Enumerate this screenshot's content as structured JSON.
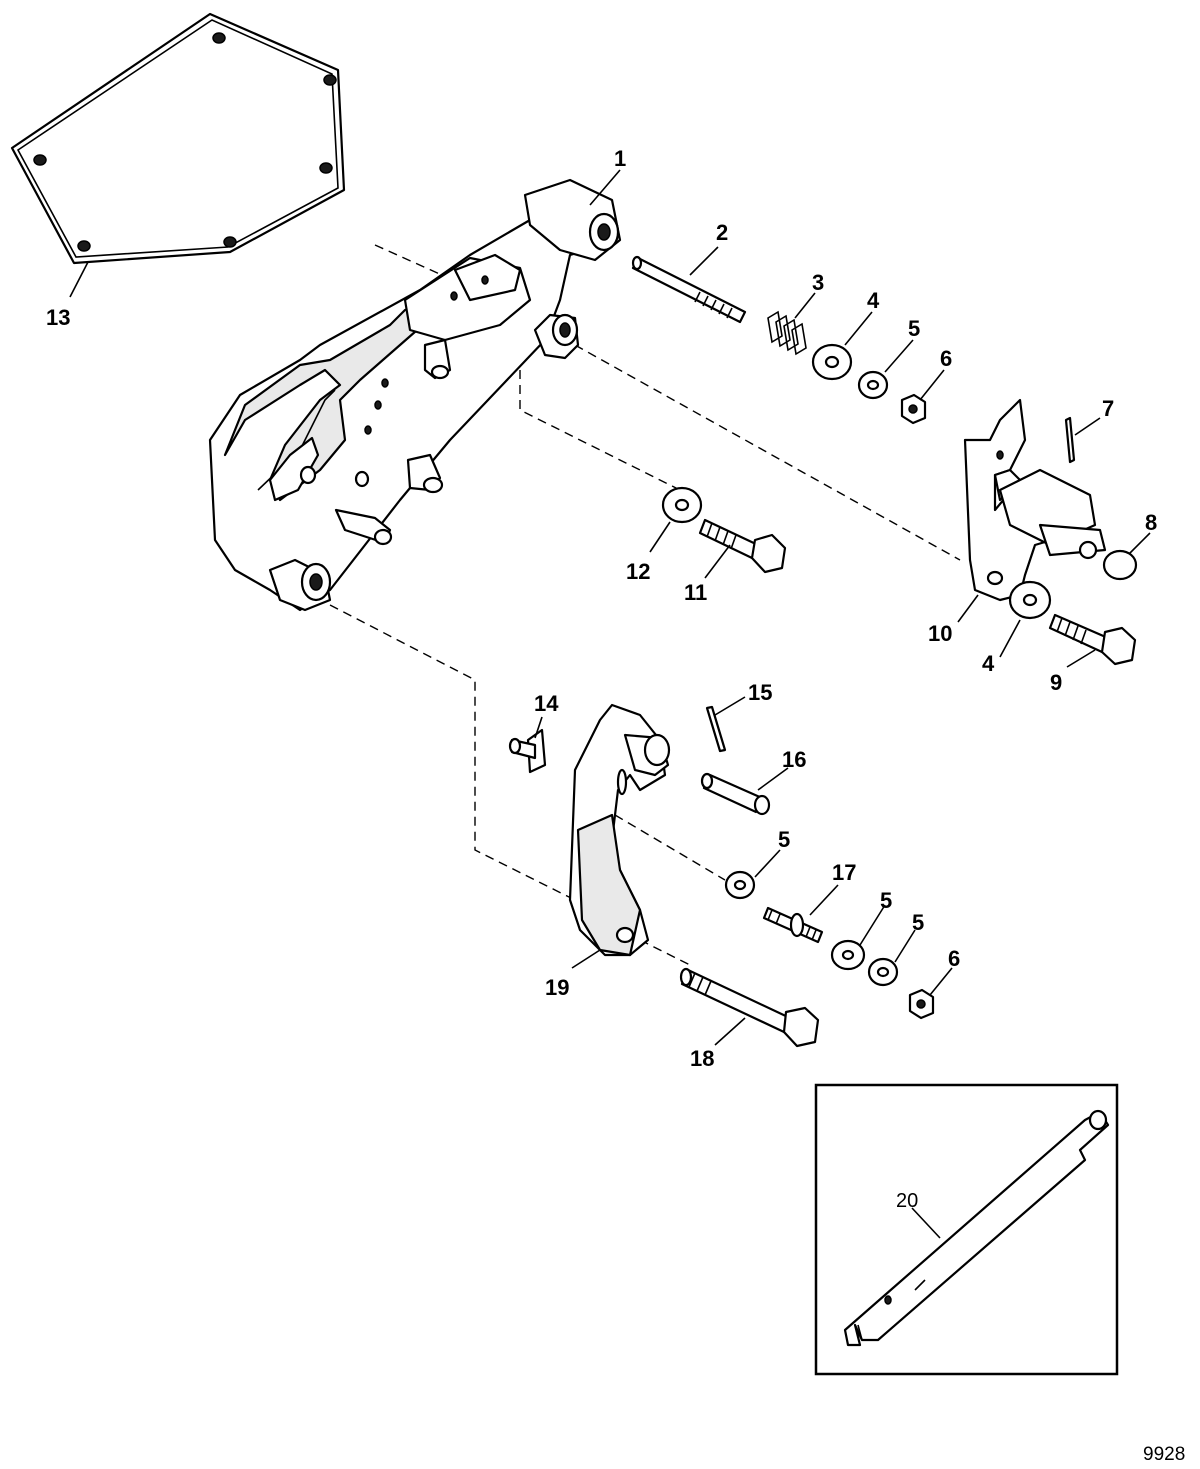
{
  "figure_id": "9928",
  "callouts": {
    "p1": "1",
    "p2": "2",
    "p3": "3",
    "p4a": "4",
    "p4b": "4",
    "p5a": "5",
    "p5b": "5",
    "p5c": "5",
    "p5d": "5",
    "p6a": "6",
    "p6b": "6",
    "p7": "7",
    "p8": "8",
    "p9": "9",
    "p10": "10",
    "p11": "11",
    "p12": "12",
    "p13": "13",
    "p14": "14",
    "p15": "15",
    "p16": "16",
    "p17": "17",
    "p18": "18",
    "p19": "19",
    "p20": "20"
  }
}
